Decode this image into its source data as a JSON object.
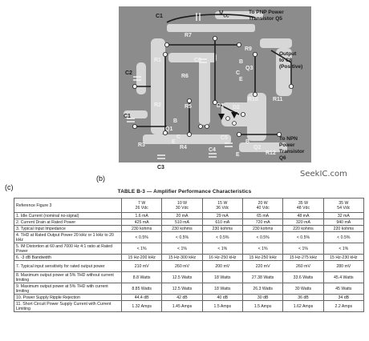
{
  "figure_b": {
    "label": "(b)",
    "component_labels": {
      "C1": "C1",
      "VCC": "V",
      "VCC_sub": "CC",
      "R7": "R7",
      "R1": "R1",
      "C6": "C6",
      "C2": "C2",
      "R6": "R6",
      "R2": "R2",
      "R5": "R5",
      "C1_lower": "C1",
      "Q1": "Q1",
      "D1": "D1",
      "D2": "D2",
      "R3": "R3",
      "R4": "R4",
      "C5": "C5",
      "C4": "C4",
      "C3": "C3",
      "R9": "R9",
      "Q3": "Q3",
      "R10": "R10",
      "R11": "R11",
      "Q2": "Q2",
      "R12": "R12",
      "B_top": "B",
      "C_top": "C",
      "E_top": "E",
      "B_mid": "B",
      "C_mid": "C",
      "E_mid": "E",
      "B_bot": "B",
      "E_bot": "E"
    },
    "notes": {
      "pnp": [
        "To PNP Power",
        "Transistor Q5"
      ],
      "output": [
        "Output",
        "to C8",
        "(Positive)"
      ],
      "npn": [
        "To NPN",
        "Power",
        "Transistor",
        "Q6"
      ]
    }
  },
  "watermark": "SeekIC.com",
  "figure_c": {
    "label": "(c)",
    "title": "TABLE B-3 — Amplifier Performance Characteristics",
    "header_row_label": "Reference Figure 3",
    "columns": [
      {
        "power": "7 W",
        "supply": "26 Vdc"
      },
      {
        "power": "10 W",
        "supply": "30 Vdc"
      },
      {
        "power": "15 W",
        "supply": "36 Vdc"
      },
      {
        "power": "20 W",
        "supply": "40 Vdc"
      },
      {
        "power": "35 W",
        "supply": "48 Vdc"
      },
      {
        "power": "35 W",
        "supply": "54 Vdc"
      }
    ],
    "rows": [
      {
        "label": "1.  Idle Current (nominal no-signal)",
        "values": [
          "1.6 mA",
          "20 mA",
          "29 mA",
          "65 mA",
          "48 mA",
          "32 mA"
        ]
      },
      {
        "label": "2.  Current Drain at Rated Power",
        "values": [
          "425 mA",
          "510 mA",
          "610 mA",
          "720 mA",
          "320 mA",
          "940 mA"
        ]
      },
      {
        "label": "3.  Typical Input Impedance",
        "values": [
          "230 kohms",
          "230 kohms",
          "230 kohms",
          "230 kohms",
          "220 kohms",
          "220 kohms"
        ]
      },
      {
        "label": "4.  THD at Rated Output Power 20 kHz or 1 kHz to 20 kHz",
        "values": [
          "< 0.5%",
          "< 0.5%",
          "< 0.5%",
          "< 0.5%",
          "< 0.5%",
          "< 0.5%"
        ]
      },
      {
        "label": "5.  IM Distortion at 60 and 7000 Hz 4:1 ratio at Rated Power",
        "values": [
          "< 1%",
          "< 1%",
          "< 1%",
          "< 1%",
          "< 1%",
          "< 1%"
        ]
      },
      {
        "label": "6.  -3 dB Bandwidth",
        "values": [
          "15 Hz-200 kHz",
          "15 Hz-300 kHz",
          "16 Hz-250 kHz",
          "15 Hz-250 kHz",
          "15 Hz-275 kHz",
          "15 Hz-230 kHz"
        ]
      },
      {
        "label": "7.  Typical input sensitivity for rated output power",
        "values": [
          "210 mV",
          "260 mV",
          "200 mV",
          "220 mV",
          "260 mV",
          "280 mV"
        ]
      },
      {
        "label": "8.  Maximum output power at 5% THD without current limiting",
        "values": [
          "8.8 Watts",
          "12.5 Watts",
          "18 Watts",
          "27.38 Watts",
          "33.6 Watts",
          "45.4 Watts"
        ]
      },
      {
        "label": "9.  Maximum output power at 5% THD with current limiting",
        "values": [
          "8.85 Watts",
          "12.5 Watts",
          "18 Watts",
          "26.3 Watts",
          "30 Watts",
          "45 Watts"
        ]
      },
      {
        "label": "10.  Power Supply Ripple Rejection",
        "values": [
          "44.4 dB",
          "42 dB",
          "40 dB",
          "30 dB",
          "36 dB",
          "34 dB"
        ]
      },
      {
        "label": "11.  Short Circuit Power Supply Current with Current Limiting",
        "values": [
          "1.32 Amps",
          "1.45 Amps",
          "1.5 Amps",
          "1.5 Amps",
          "1.62 Amps",
          "2.2 Amps"
        ]
      }
    ]
  }
}
